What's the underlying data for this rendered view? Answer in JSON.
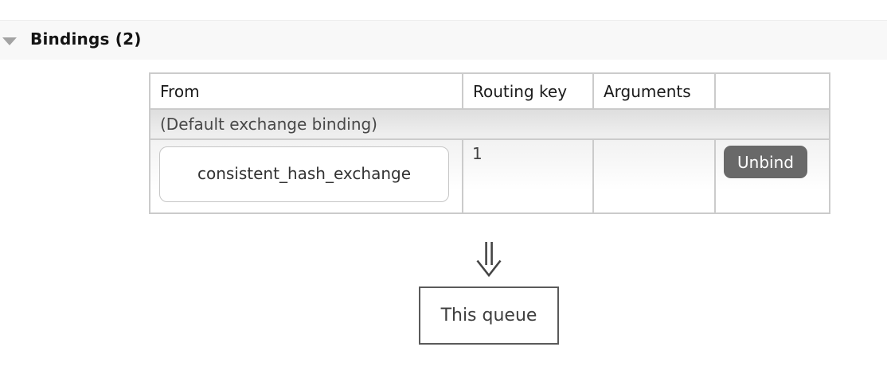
{
  "section": {
    "title": "Bindings (2)",
    "collapse_icon": "triangle-down-icon",
    "expanded": true
  },
  "table": {
    "headers": [
      "From",
      "Routing key",
      "Arguments",
      ""
    ],
    "default_row": {
      "label": "(Default exchange binding)"
    },
    "binding_row": {
      "from": "consistent_hash_exchange",
      "routing_key": "1",
      "arguments": "",
      "unbind_label": "Unbind"
    }
  },
  "diagram": {
    "arrow_icon": "double-down-arrow-icon",
    "queue_label": "This queue"
  },
  "colors": {
    "section_header_bg": "#f8f8f8",
    "table_border": "#cbcbcb",
    "default_row_bg": "#e4e4e4",
    "unbind_button_bg": "#696969",
    "unbind_button_text": "#ffffff",
    "diagram_outline": "#5a5a5a",
    "triangle_icon": "#a3a3a3"
  }
}
